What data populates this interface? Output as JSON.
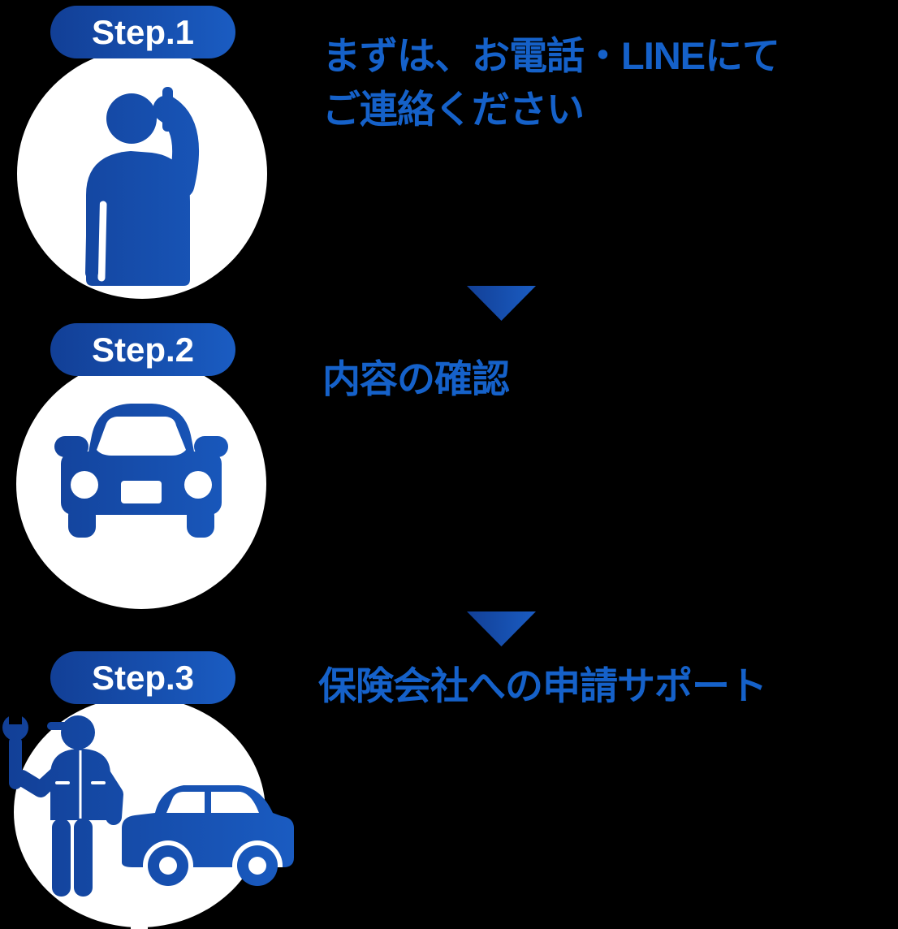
{
  "colors": {
    "background": "#000000",
    "circle_bg": "#FFFFFF",
    "accent_text": "#1561C9",
    "gradient_start": "#123F96",
    "gradient_end": "#1A5CC2",
    "badge_text": "#FFFFFF"
  },
  "steps": [
    {
      "badge_label": "Step.1",
      "title": "まずは、お電話・LINEにて\nご連絡ください",
      "icon": "person-on-phone-icon"
    },
    {
      "badge_label": "Step.2",
      "title": "内容の確認",
      "icon": "car-front-icon"
    },
    {
      "badge_label": "Step.3",
      "title": "保険会社への申請サポート",
      "icon": "mechanic-and-car-icon"
    }
  ],
  "arrows": [
    {
      "icon": "arrow-down-icon"
    },
    {
      "icon": "arrow-down-icon"
    }
  ]
}
